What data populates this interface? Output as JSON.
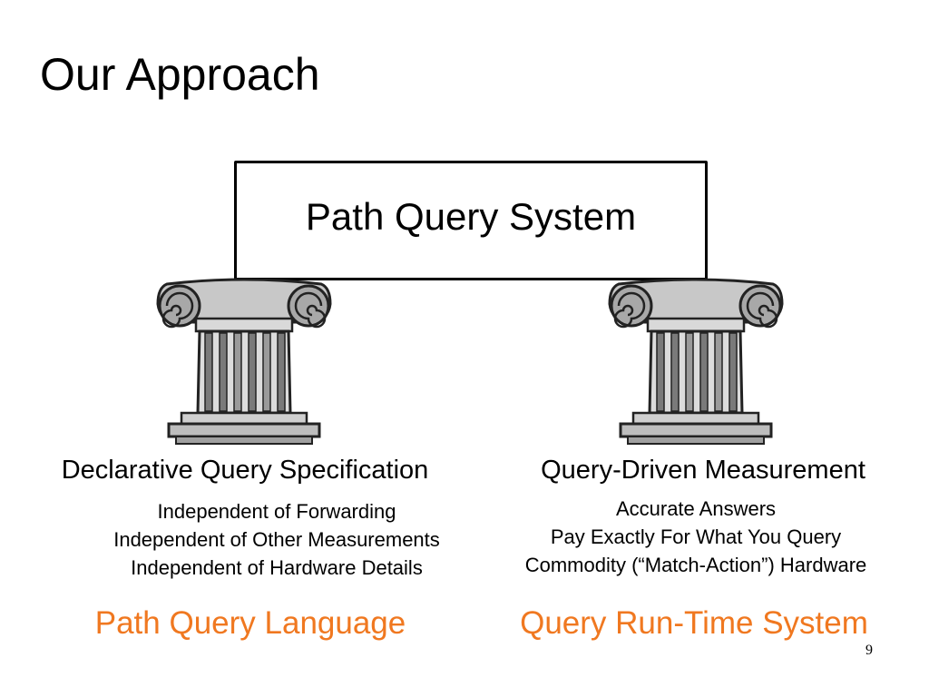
{
  "slide": {
    "title": "Our Approach",
    "page_number": "9"
  },
  "system": {
    "label": "Path Query System"
  },
  "pillars": [
    {
      "icon": "ionic-column-icon",
      "heading": "Declarative Query Specification",
      "points": [
        "Independent of Forwarding",
        "Independent of Other Measurements",
        "Independent of Hardware Details"
      ],
      "footer": "Path Query Language"
    },
    {
      "icon": "ionic-column-icon",
      "heading": "Query-Driven Measurement",
      "points": [
        "Accurate Answers",
        "Pay Exactly For What You Query",
        "Commodity (“Match-Action”) Hardware"
      ],
      "footer": "Query Run-Time System"
    }
  ],
  "colors": {
    "accent": "#f07820",
    "pillar_gray": "#c8c8c8",
    "pillar_dark": "#7a7a7a"
  }
}
